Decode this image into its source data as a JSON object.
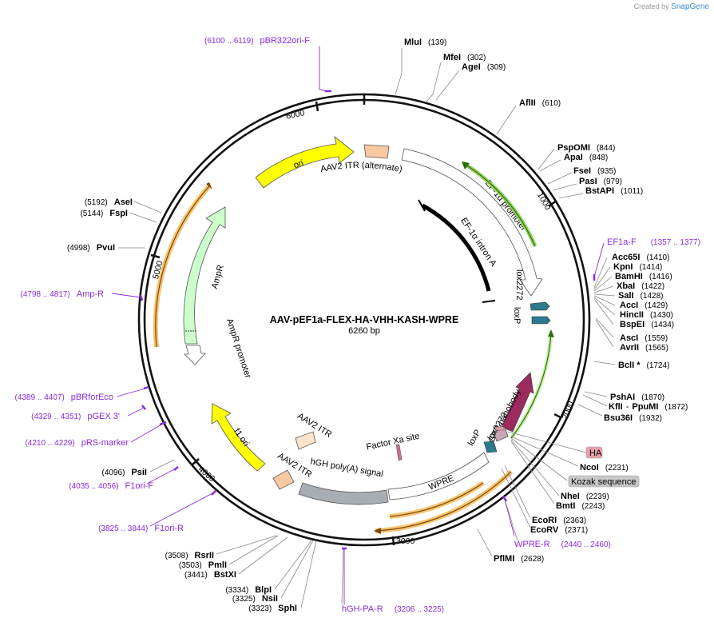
{
  "branding": {
    "created_by": "Created by",
    "product": "SnapGene"
  },
  "plasmid": {
    "name": "AAV-pEF1a-FLEX-HA-VHH-KASH-WPRE",
    "length": "6260 bp"
  },
  "ticks": [
    "1000",
    "2000",
    "3000",
    "4000",
    "5000",
    "6000"
  ],
  "enzymes": [
    {
      "name": "MluI",
      "pos": "(139)"
    },
    {
      "name": "MfeI",
      "pos": "(302)"
    },
    {
      "name": "AgeI",
      "pos": "(309)"
    },
    {
      "name": "AflII",
      "pos": "(610)"
    },
    {
      "name": "PspOMI",
      "pos": "(844)"
    },
    {
      "name": "ApaI",
      "pos": "(848)"
    },
    {
      "name": "FseI",
      "pos": "(935)"
    },
    {
      "name": "PasI",
      "pos": "(979)"
    },
    {
      "name": "BstAPI",
      "pos": "(1011)"
    },
    {
      "name": "Acc65I",
      "pos": "(1410)"
    },
    {
      "name": "KpnI",
      "pos": "(1414)"
    },
    {
      "name": "BamHI",
      "pos": "(1416)"
    },
    {
      "name": "XbaI",
      "pos": "(1422)"
    },
    {
      "name": "SalI",
      "pos": "(1428)"
    },
    {
      "name": "AccI",
      "pos": "(1429)"
    },
    {
      "name": "HincII",
      "pos": "(1430)"
    },
    {
      "name": "BspEI",
      "pos": "(1434)"
    },
    {
      "name": "AscI",
      "pos": "(1559)"
    },
    {
      "name": "AvrII",
      "pos": "(1565)"
    },
    {
      "name": "BclI *",
      "pos": "(1724)"
    },
    {
      "name": "PshAI",
      "pos": "(1870)"
    },
    {
      "name": "KflI",
      "pos": ""
    },
    {
      "name": "PpuMI",
      "pos": "(1872)"
    },
    {
      "name": "Bsu36I",
      "pos": "(1932)"
    },
    {
      "name": "NcoI",
      "pos": "(2231)"
    },
    {
      "name": "NheI",
      "pos": "(2239)"
    },
    {
      "name": "BmtI",
      "pos": "(2243)"
    },
    {
      "name": "EcoRI",
      "pos": "(2363)"
    },
    {
      "name": "EcoRV",
      "pos": "(2371)"
    },
    {
      "name": "PflMI",
      "pos": "(2628)"
    },
    {
      "name": "SphI",
      "pos": "(3323)"
    },
    {
      "name": "NsiI",
      "pos": "(3325)"
    },
    {
      "name": "BlpI",
      "pos": "(3334)"
    },
    {
      "name": "BstXI",
      "pos": "(3441)"
    },
    {
      "name": "PmlI",
      "pos": "(3503)"
    },
    {
      "name": "RsrII",
      "pos": "(3508)"
    },
    {
      "name": "PsiI",
      "pos": "(4096)"
    },
    {
      "name": "PvuI",
      "pos": "(4998)"
    },
    {
      "name": "FspI",
      "pos": "(5144)"
    },
    {
      "name": "AseI",
      "pos": "(5192)"
    }
  ],
  "primers": [
    {
      "name": "pBR322ori-F",
      "range": "(6100 .. 6119)"
    },
    {
      "name": "EF1a-F",
      "range": "(1357 .. 1377)"
    },
    {
      "name": "WPRE-R",
      "range": "(2440 .. 2460)"
    },
    {
      "name": "hGH-PA-R",
      "range": "(3206 .. 3225)"
    },
    {
      "name": "F1ori-R",
      "range": "(3825 .. 3844)"
    },
    {
      "name": "F1ori-F",
      "range": "(4035 .. 4056)"
    },
    {
      "name": "pRS-marker",
      "range": "(4210 .. 4229)"
    },
    {
      "name": "pGEX 3'",
      "range": "(4329 .. 4351)"
    },
    {
      "name": "pBRforEco",
      "range": "(4389 .. 4407)"
    },
    {
      "name": "Amp-R",
      "range": "(4798 .. 4817)"
    }
  ],
  "features": {
    "aav2_itr_alt": "AAV2 ITR (alternate)",
    "ef1a_promoter": "EF-1α promoter",
    "ef1a_intron": "EF-1α intron A",
    "lox2272_top": "lox2272",
    "loxp_top": "loxP",
    "gfp_nanobody": "GFP nanobody",
    "lox2272_bottom": "lox2272",
    "loxp_bottom": "loxP",
    "factor_xa": "Factor Xa site",
    "wpre": "WPRE",
    "hgh_polya": "hGH poly(A) signal",
    "aav2_itr_1": "AAV2 ITR",
    "aav2_itr_2": "AAV2 ITR",
    "f1_ori": "f1 ori",
    "ampr_promoter": "AmpR promoter",
    "ampr": "AmpR",
    "ori": "ori",
    "ha_tag": "HA",
    "kozak": "Kozak sequence"
  },
  "colors": {
    "backbone": "#111111",
    "ori": "#ffff00",
    "ampr": "#ccffcc",
    "itr": "#f8c8a0",
    "promoter": "#ffffff",
    "orange_primer": "#f5c26b",
    "green_primer": "#93d35b",
    "nanobody": "#9b2c5f",
    "lox": "#2b7b8c",
    "polya": "#a8aeb3",
    "primer_text": "#8a2be2"
  }
}
